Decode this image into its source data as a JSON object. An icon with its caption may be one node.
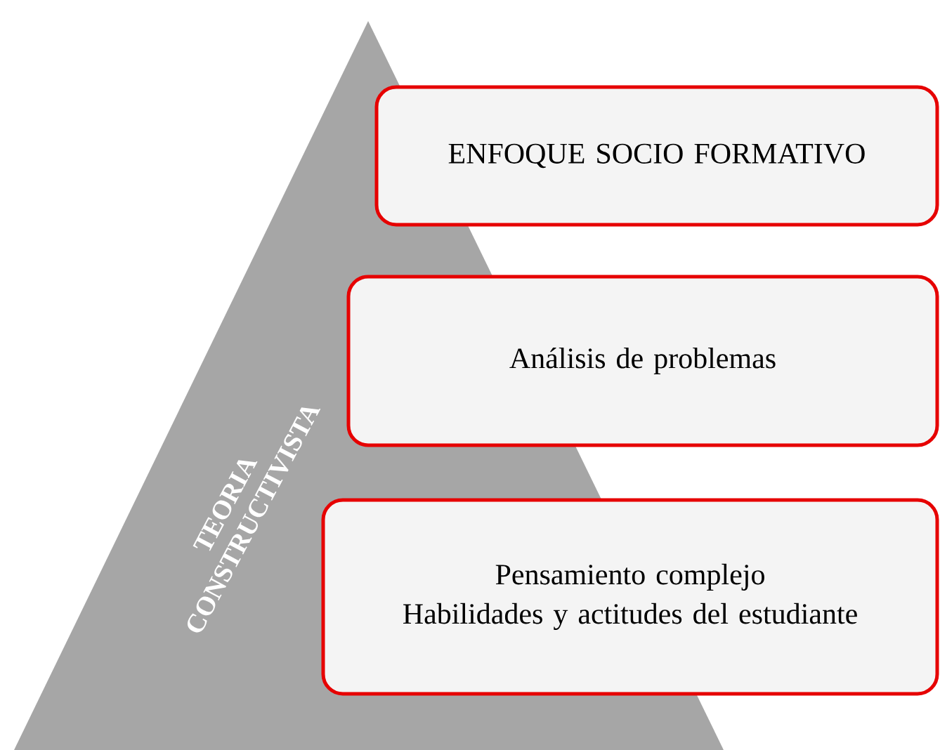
{
  "diagram": {
    "nodes": [
      {
        "text": [
          "TEORIA CONSTRUCTIVISTA"
        ]
      },
      {
        "text": [
          "ENFOQUE SOCIO FORMATIVO"
        ]
      },
      {
        "text": [
          "Análisis de problemas"
        ]
      },
      {
        "text": [
          "Pensamiento complejo",
          "Habilidades y actitudes del estudiante"
        ]
      }
    ]
  }
}
